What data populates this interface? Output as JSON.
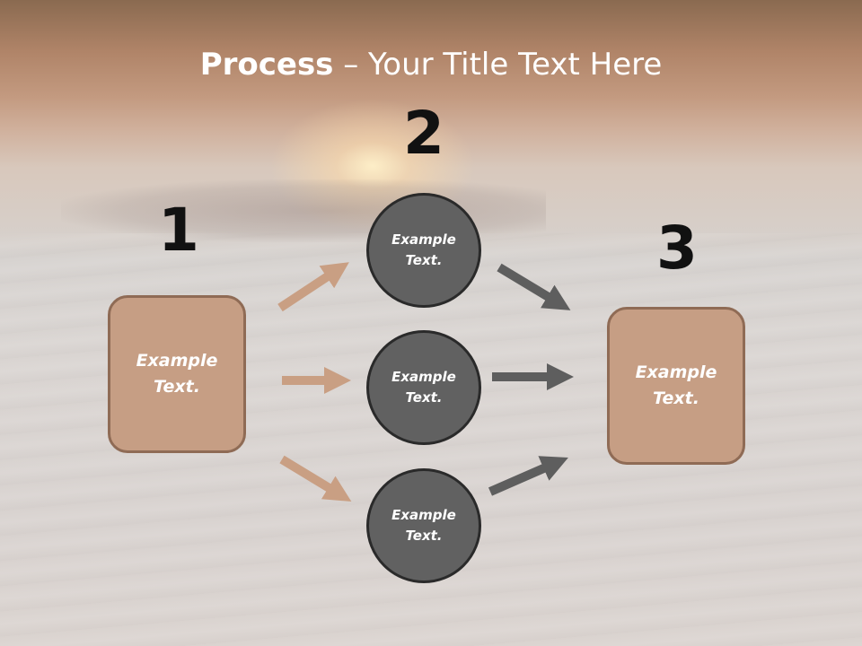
{
  "slide": {
    "title_bold": "Process",
    "title_rest": " – Your Title Text Here",
    "step_numbers": [
      "1",
      "2",
      "3"
    ],
    "left_box_text": "Example\nText.",
    "right_box_text": "Example\nText.",
    "circles": [
      {
        "text": "Example\nText."
      },
      {
        "text": "Example\nText."
      },
      {
        "text": "Example\nText."
      }
    ]
  },
  "colors": {
    "box_fill": "#c69e84",
    "box_border": "#8f6b55",
    "circle_fill": "#616161",
    "circle_border": "#2a2a2a",
    "arrow_left": "#c99f83",
    "arrow_right": "#5e5e5e",
    "number_color": "#111111"
  }
}
